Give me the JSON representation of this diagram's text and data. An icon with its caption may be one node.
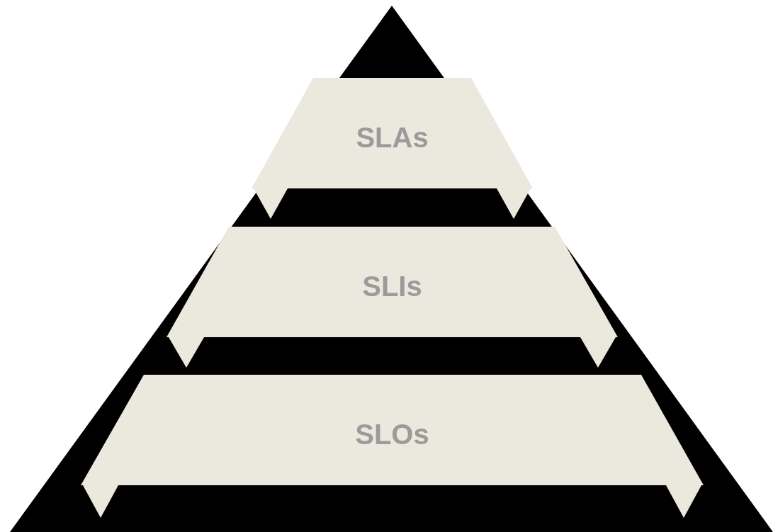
{
  "diagram": {
    "nodes": [
      {
        "text": [
          "SLAs"
        ]
      },
      {
        "text": [
          "SLIs"
        ]
      },
      {
        "text": [
          "SLOs"
        ]
      }
    ]
  }
}
